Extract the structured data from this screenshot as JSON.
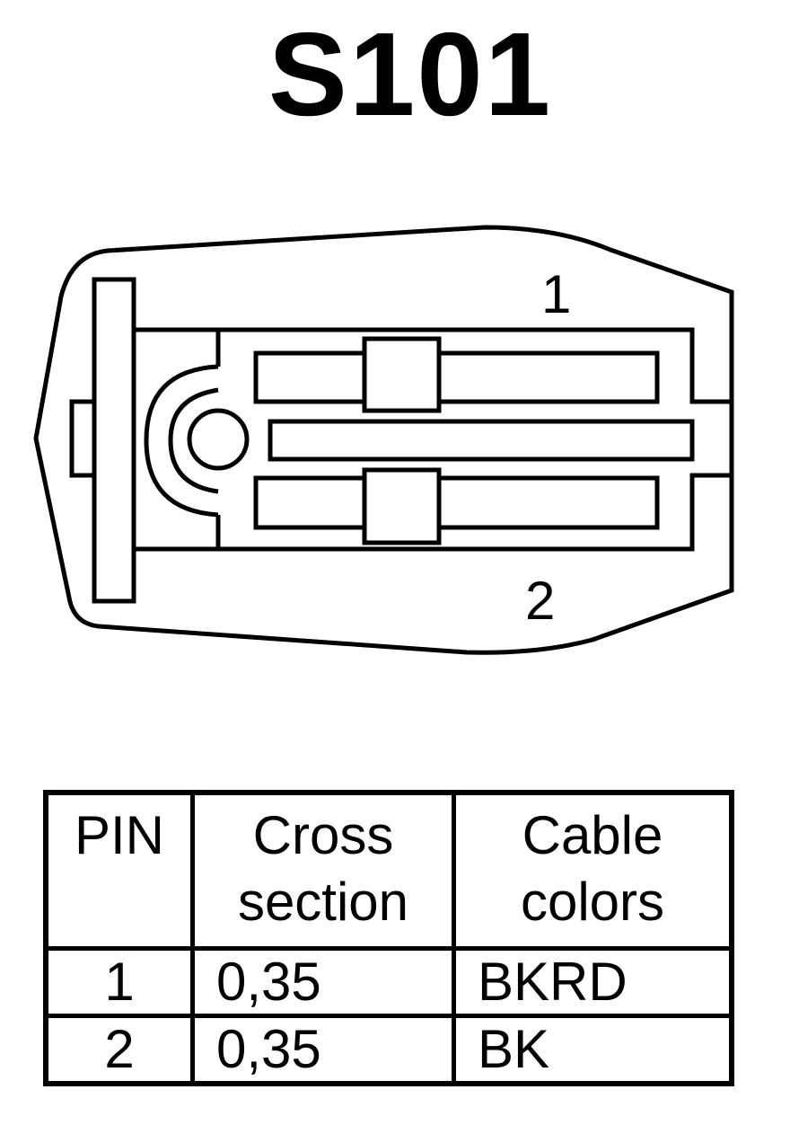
{
  "title": "S101",
  "connector": {
    "pin_labels": [
      "1",
      "2"
    ]
  },
  "table": {
    "headers": {
      "pin": "PIN",
      "cross_section": [
        "Cross",
        "section"
      ],
      "cable_colors": [
        "Cable",
        "colors"
      ]
    },
    "rows": [
      {
        "pin": "1",
        "cross_section": "0,35",
        "cable_color": "BKRD"
      },
      {
        "pin": "2",
        "cross_section": "0,35",
        "cable_color": "BK"
      }
    ]
  }
}
